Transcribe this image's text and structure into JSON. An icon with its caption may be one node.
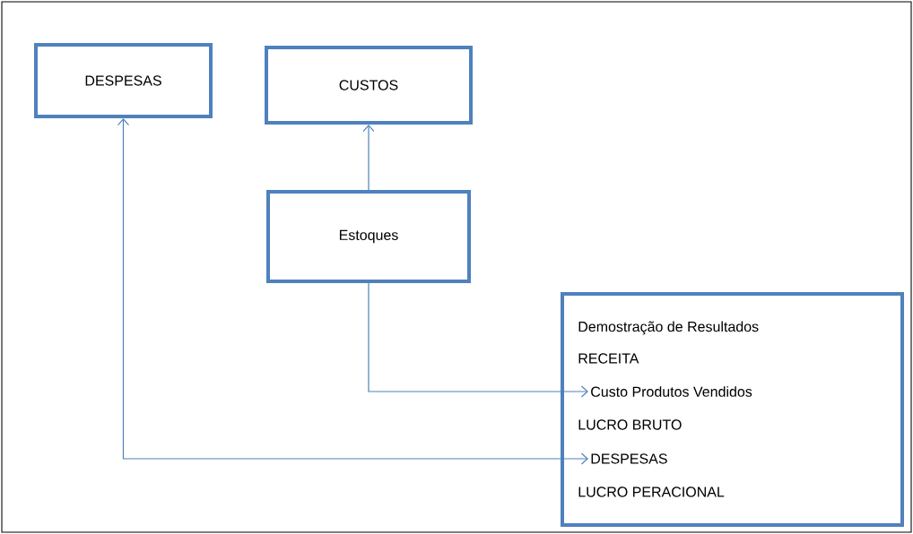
{
  "diagram": {
    "nodes": [
      {
        "text": [
          "DESPESAS"
        ]
      },
      {
        "text": [
          "CUSTOS"
        ]
      },
      {
        "text": [
          "Estoques"
        ]
      },
      {
        "text": [],
        "shape": "box"
      },
      {
        "text": [
          "Demostração de Resultados"
        ],
        "in": 3
      },
      {
        "text": [
          "RECEITA"
        ],
        "in": 3
      },
      {
        "text": [
          "Custo Produtos Vendidos"
        ],
        "in": 3
      },
      {
        "text": [
          "LUCRO BRUTO"
        ],
        "in": 3
      },
      {
        "text": [
          "DESPESAS"
        ],
        "in": 3
      },
      {
        "text": [
          "LUCRO PERACIONAL"
        ],
        "in": 3
      }
    ],
    "edges": [
      {
        "from": 2,
        "to": 1,
        "arrow": "to"
      },
      {
        "from": 2,
        "to": 6,
        "arrow": "to"
      },
      {
        "from": 0,
        "to": 8,
        "arrow": "both"
      }
    ]
  }
}
